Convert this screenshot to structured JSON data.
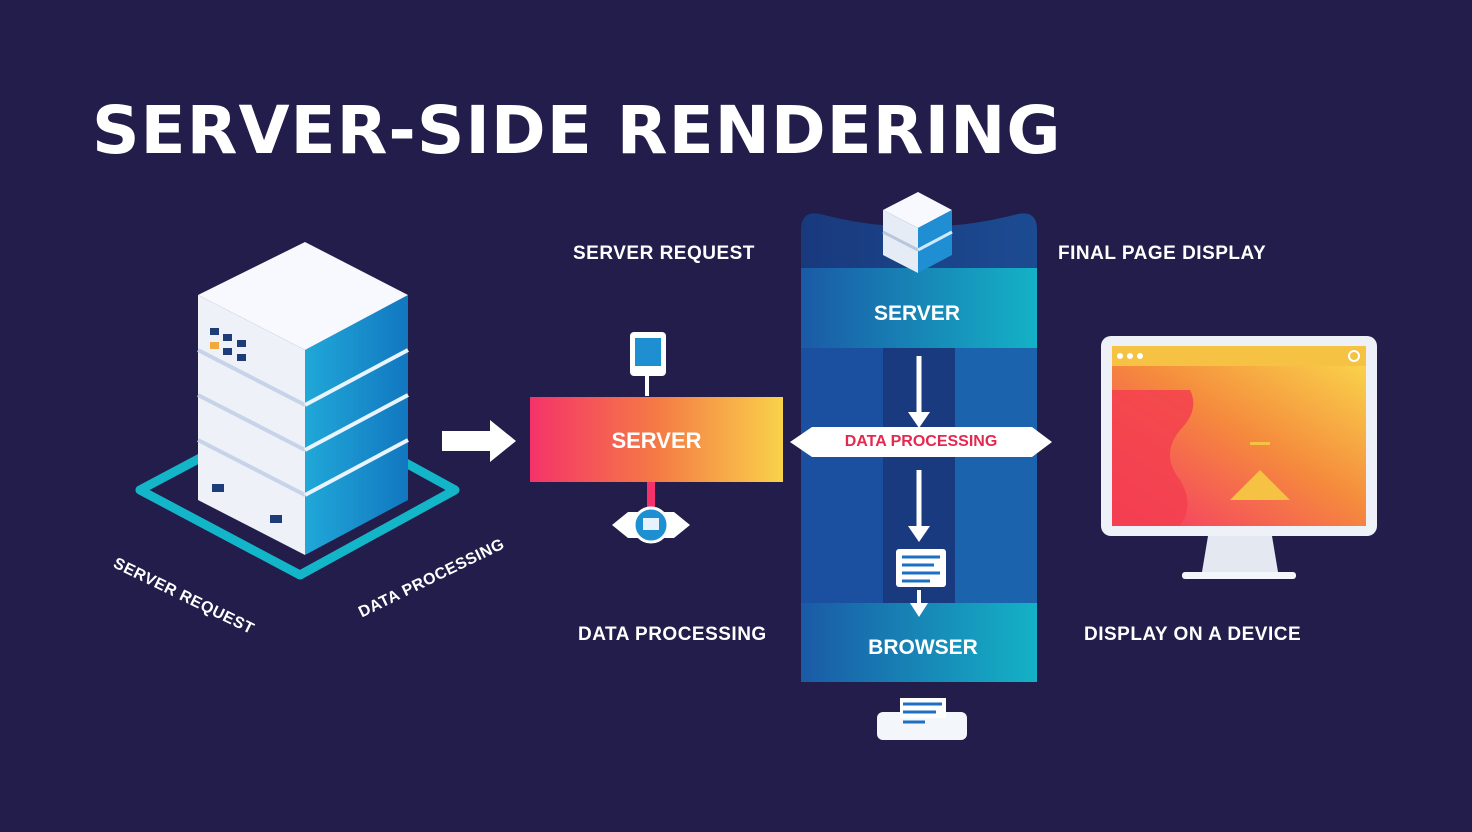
{
  "title": "SERVER-SIDE RENDERING",
  "labels": {
    "server_request_top": "SERVER REQUEST",
    "data_processing_bottom": "DATA PROCESSING",
    "final_page_display": "FINAL PAGE DISPLAY",
    "display_on_device": "DISPLAY ON A DEVICE",
    "iso_server_request": "SERVER REQUEST",
    "iso_data_processing": "DATA PROCESSING"
  },
  "boxes": {
    "gradient_server": "SERVER",
    "column_server": "SERVER",
    "data_processing_banner": "DATA PROCESSING",
    "browser": "BROWSER"
  },
  "colors": {
    "background": "#221d4a",
    "accent_teal": "#13b6c8",
    "accent_pink": "#f5336a",
    "accent_orange": "#f39b3b",
    "accent_yellow": "#f9d24a",
    "column_blue": "#1f5ea8"
  }
}
